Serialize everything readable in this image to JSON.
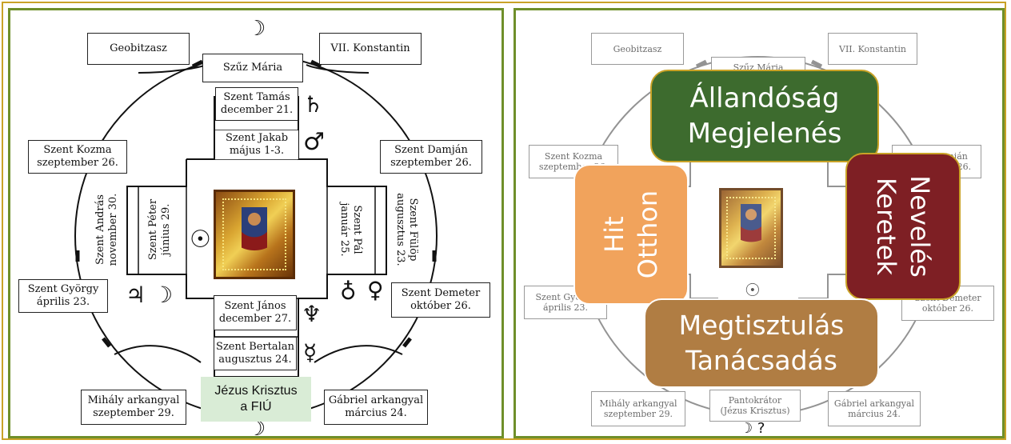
{
  "left": {
    "boxes": {
      "geobitzasz": "Geobitzasz",
      "konstantin": "VII. Konstantin",
      "szuz_maria": "Szűz Mária",
      "tamas": "Szent Tamás\ndecember 21.",
      "jakab": "Szent Jakab\nmájus 1-3.",
      "kozma": "Szent Kozma\nszeptember 26.",
      "damjan": "Szent Damján\nszeptember 26.",
      "gyorgy": "Szent György\náprilis 23.",
      "demeter": "Szent Demeter\noktóber 26.",
      "janos": "Szent János\ndecember 27.",
      "bertalan": "Szent Bertalan\naugusztus 24.",
      "mihaly": "Mihály arkangyal\nszeptember 29.",
      "gabriel": "Gábriel arkangyal\nmárcius 24."
    },
    "vertical": {
      "andras": "Szent András\nnovember 30.",
      "peter": "Szent Péter\njúnius 29.",
      "pal": "Szent Pál\njanuár 25.",
      "fulop": "Szent Fülöp\naugusztus 23."
    },
    "jezus": "Jézus Krisztus\na FIÚ",
    "symbols": {
      "moon_top": "☽",
      "moon_bottom": "☽",
      "saturn": "♄",
      "mars": "♂",
      "sun": "☉",
      "jupiter_moon": "♃ ☽",
      "earth": "♁",
      "venus": "♀",
      "neptune": "♆",
      "mercury": "☿"
    }
  },
  "right": {
    "faded": {
      "geobitzasz": "Geobitzasz",
      "konstantin": "VII. Konstantin",
      "szuz_maria": "Szűz Mária",
      "kozma": "Szent Kozma\nszeptember 26.",
      "damjan": "Szent Damján\nszeptember 26.",
      "gyorgy": "Szent György\náprilis 23.",
      "demeter": "Szent Demeter\noktóber 26.",
      "mihaly": "Mihály arkangyal\nszeptember 29.",
      "pantokrator": "Pantokrátor\n(Jézus Krisztus)",
      "gabriel": "Gábriel arkangyal\nmárcius 24."
    },
    "categories": {
      "top": "Állandóság\nMegjelenés",
      "left": "Hit\nOtthon",
      "right": "Nevelés\nKeretek",
      "bottom": "Megtisztulás\nTanácsadás"
    },
    "bottom_symbol": "☽ ?",
    "sun": "☉"
  },
  "colors": {
    "frame_gold": "#c9a227",
    "panel_green": "#6f8f2a",
    "category_top": "#3d6b2e",
    "category_left": "#f1a35c",
    "category_right": "#7e1f24",
    "category_bottom": "#b07d43",
    "jezus_box": "#d9ecd6"
  }
}
